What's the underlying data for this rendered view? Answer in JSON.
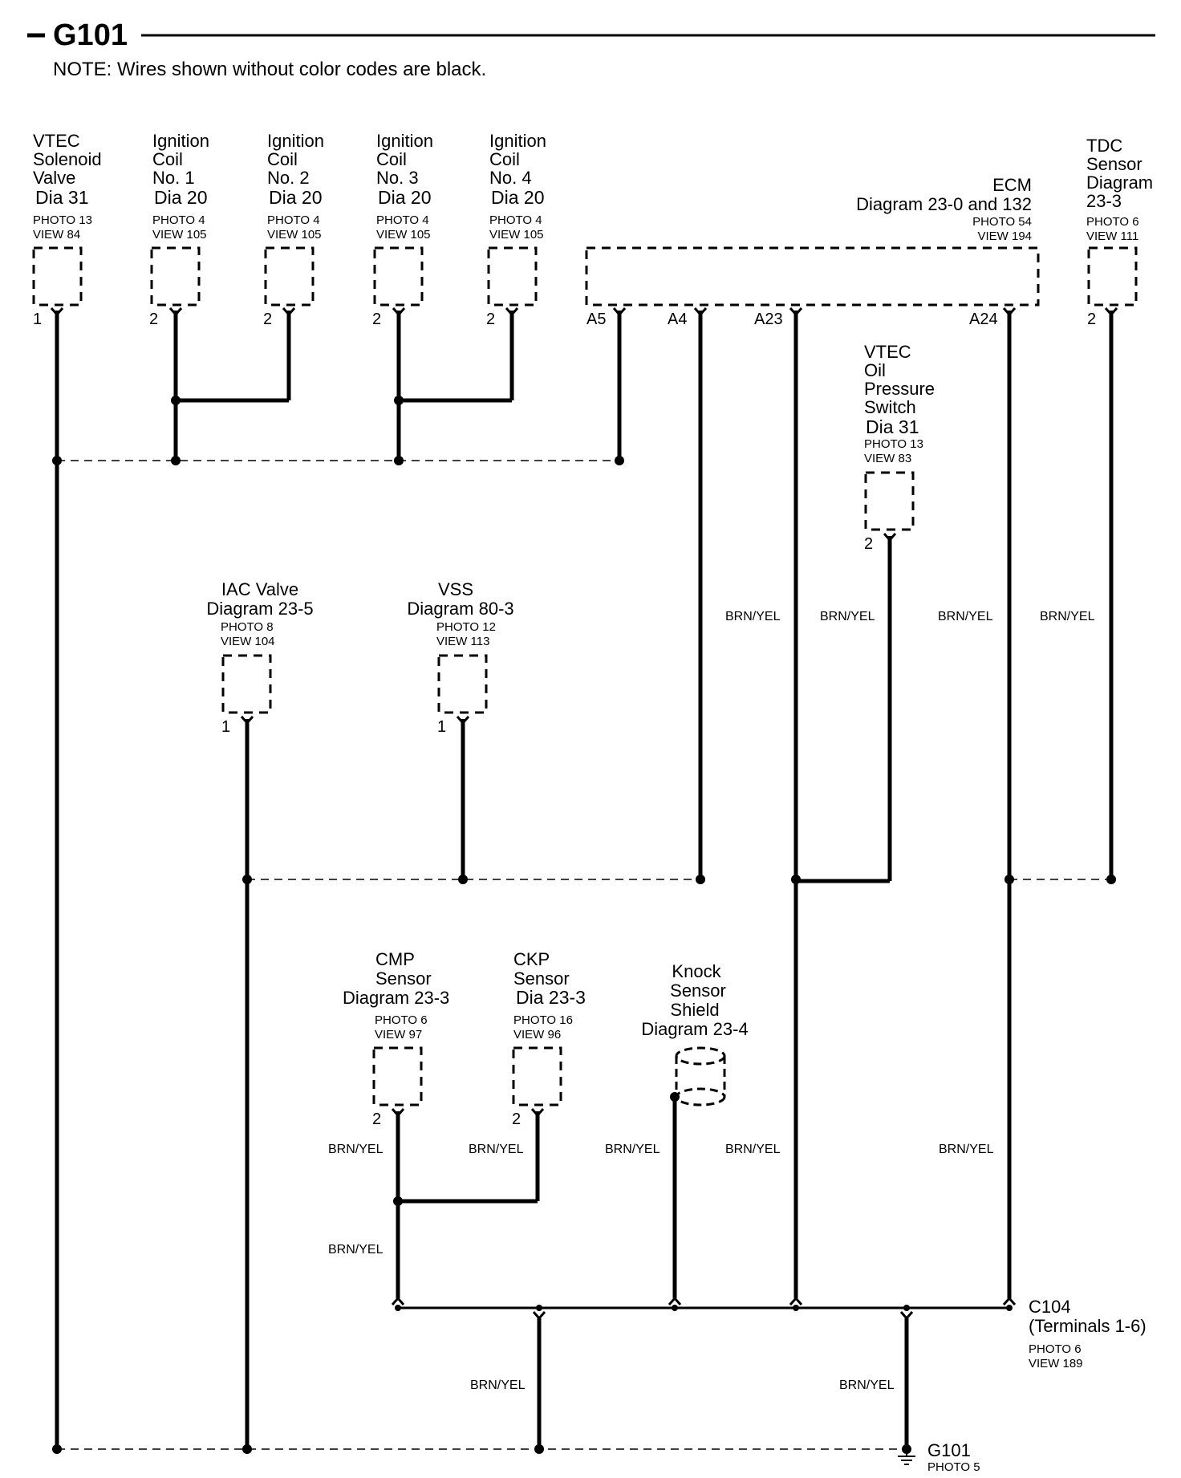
{
  "title": "G101",
  "note": "NOTE: Wires shown without color codes are black.",
  "components": {
    "vtec_solenoid": {
      "lines": [
        "VTEC",
        "Solenoid",
        "Valve"
      ],
      "dia_word": "Dia",
      "dia_num": "31",
      "photo": "PHOTO 13",
      "view": "VIEW 84",
      "pin": "1"
    },
    "ign_coil_1": {
      "lines": [
        "Ignition",
        "Coil",
        "No. 1"
      ],
      "dia_word": "Dia",
      "dia_num": "20",
      "photo": "PHOTO 4",
      "view": "VIEW 105",
      "pin": "2"
    },
    "ign_coil_2": {
      "lines": [
        "Ignition",
        "Coil",
        "No. 2"
      ],
      "dia_word": "Dia",
      "dia_num": "20",
      "photo": "PHOTO 4",
      "view": "VIEW 105",
      "pin": "2"
    },
    "ign_coil_3": {
      "lines": [
        "Ignition",
        "Coil",
        "No. 3"
      ],
      "dia_word": "Dia",
      "dia_num": "20",
      "photo": "PHOTO 4",
      "view": "VIEW 105",
      "pin": "2"
    },
    "ign_coil_4": {
      "lines": [
        "Ignition",
        "Coil",
        "No. 4"
      ],
      "dia_word": "Dia",
      "dia_num": "20",
      "photo": "PHOTO 4",
      "view": "VIEW 105",
      "pin": "2"
    },
    "ecm": {
      "name": "ECM",
      "diagram": "Diagram 23-0 and 132",
      "photo": "PHOTO 54",
      "view": "VIEW 194",
      "pins": [
        "A5",
        "A4",
        "A23",
        "A24"
      ]
    },
    "tdc_sensor": {
      "lines": [
        "TDC",
        "Sensor",
        "Diagram",
        "23-3"
      ],
      "photo": "PHOTO 6",
      "view": "VIEW 111",
      "pin": "2"
    },
    "vtec_oil_switch": {
      "lines": [
        "VTEC",
        "Oil",
        "Pressure",
        "Switch"
      ],
      "dia_word": "Dia",
      "dia_num": "31",
      "photo": "PHOTO 13",
      "view": "VIEW 83",
      "pin": "2"
    },
    "iac_valve": {
      "lines": [
        "IAC Valve",
        "Diagram 23-5"
      ],
      "photo": "PHOTO 8",
      "view": "VIEW 104",
      "pin": "1"
    },
    "vss": {
      "lines": [
        "VSS",
        "Diagram 80-3"
      ],
      "photo": "PHOTO 12",
      "view": "VIEW 113",
      "pin": "1"
    },
    "cmp_sensor": {
      "lines": [
        "CMP",
        "Sensor",
        "Diagram 23-3"
      ],
      "photo": "PHOTO 6",
      "view": "VIEW 97",
      "pin": "2"
    },
    "ckp_sensor": {
      "lines": [
        "CKP",
        "Sensor"
      ],
      "dia_word": "Dia",
      "dia_num": "23-3",
      "photo": "PHOTO 16",
      "view": "VIEW 96",
      "pin": "2"
    },
    "knock_sensor": {
      "lines": [
        "Knock",
        "Sensor",
        "Shield",
        "Diagram 23-4"
      ]
    },
    "c104": {
      "lines": [
        "C104",
        "(Terminals 1-6)"
      ],
      "photo": "PHOTO 6",
      "view": "VIEW 189"
    },
    "g101": {
      "name": "G101",
      "photo": "PHOTO 5"
    }
  },
  "wire_color": "BRN/YEL",
  "colors": {
    "ink": "#000000",
    "background": "#ffffff"
  }
}
